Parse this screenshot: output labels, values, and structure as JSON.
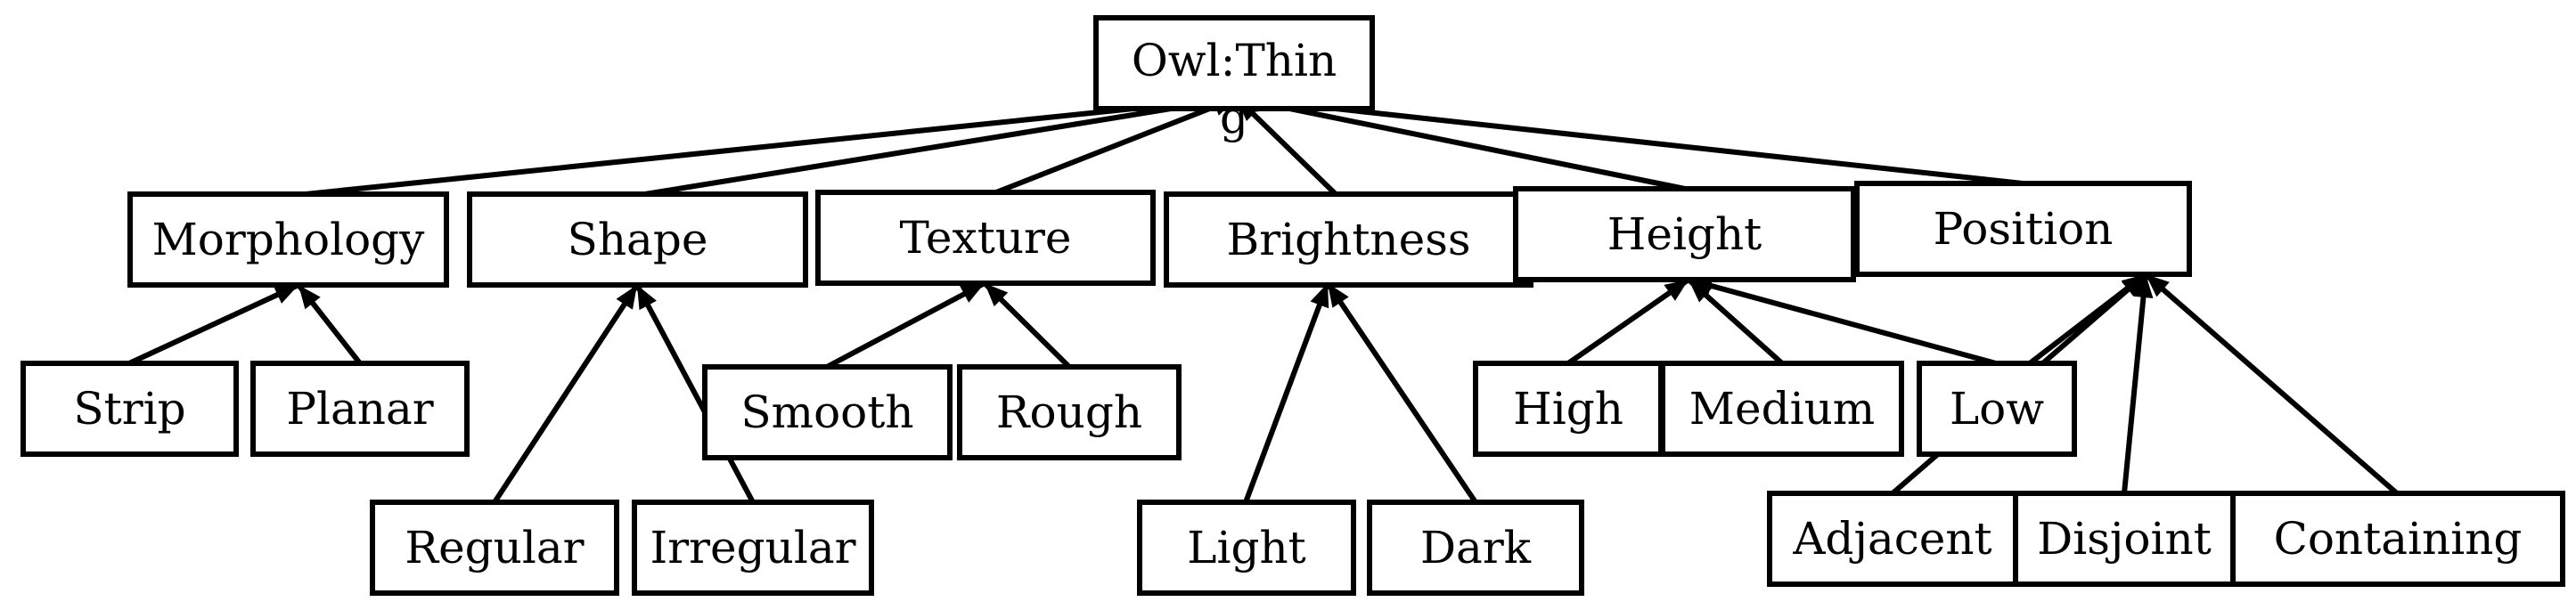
{
  "diagram": {
    "root": "Owl:Thin g",
    "categories": [
      "Morphology",
      "Shape",
      "Texture",
      "Brightness",
      "Height",
      "Position"
    ],
    "leaves": {
      "morphology": [
        "Strip",
        "Planar"
      ],
      "shape": [
        "Regular",
        "Irregular"
      ],
      "texture": [
        "Smooth",
        "Rough"
      ],
      "brightness": [
        "Light",
        "Dark"
      ],
      "height": [
        "High",
        "Medium",
        "Low"
      ],
      "position": [
        "Adjacent",
        "Disjoint",
        "Containing"
      ]
    },
    "relations": [
      [
        "Morphology",
        "Owl:Thin g"
      ],
      [
        "Shape",
        "Owl:Thin g"
      ],
      [
        "Texture",
        "Owl:Thin g"
      ],
      [
        "Brightness",
        "Owl:Thin g"
      ],
      [
        "Height",
        "Owl:Thin g"
      ],
      [
        "Position",
        "Owl:Thin g"
      ],
      [
        "Strip",
        "Morphology"
      ],
      [
        "Planar",
        "Morphology"
      ],
      [
        "Regular",
        "Shape"
      ],
      [
        "Irregular",
        "Shape"
      ],
      [
        "Smooth",
        "Texture"
      ],
      [
        "Rough",
        "Texture"
      ],
      [
        "Light",
        "Brightness"
      ],
      [
        "Dark",
        "Brightness"
      ],
      [
        "High",
        "Height"
      ],
      [
        "Medium",
        "Height"
      ],
      [
        "Low",
        "Height"
      ],
      [
        "Low",
        "Position"
      ],
      [
        "Adjacent",
        "Position"
      ],
      [
        "Disjoint",
        "Position"
      ],
      [
        "Containing",
        "Position"
      ]
    ]
  }
}
